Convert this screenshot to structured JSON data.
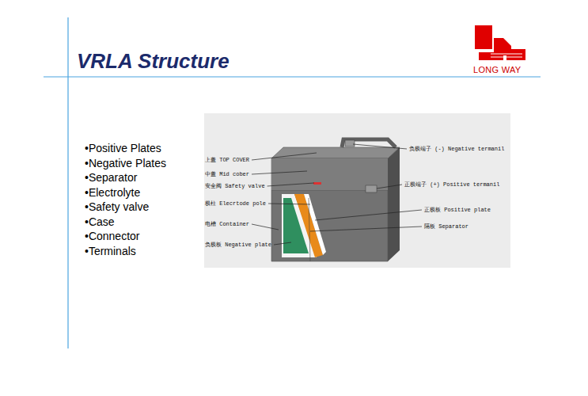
{
  "diagram": {
    "title": "VRLA Structure",
    "labels": [
      "LONG WAY",
      "•Positive Plates",
      "•Negative Plates",
      "•Separator",
      "•Electrolyte",
      "•Safety valve",
      "•Case",
      "•Connector",
      "•Terminals",
      "上盖 TOP COVER",
      "中盖 Mid cober",
      "安全阀 Safety valve",
      "极柱 Elecrtode pole",
      "电槽 Container",
      "负极板 Negative plate",
      "负极端子 (-) Negative termanil",
      "正极端子 (+) Positive termanil",
      "正极板 Positive plate",
      "隔板 Separator"
    ]
  }
}
